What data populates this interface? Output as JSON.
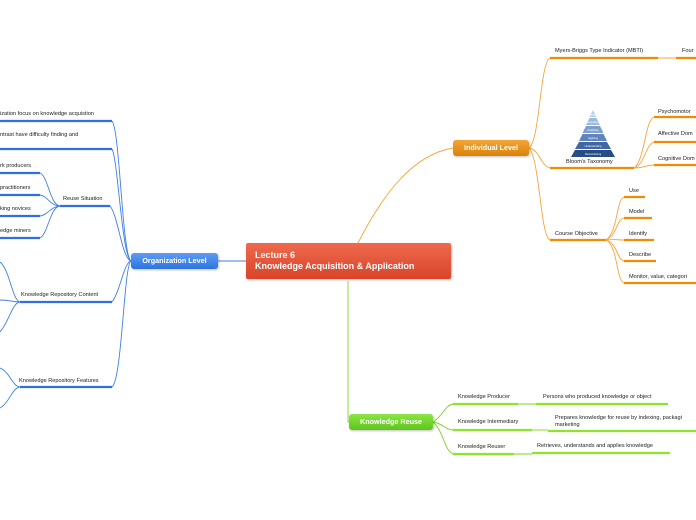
{
  "central": {
    "line1": "Lecture 6",
    "line2": "Knowledge Acquisition & Application"
  },
  "organization": {
    "label": "Organization Level",
    "color": "#2f73e0",
    "items": [
      "ization focus on knowledge acquistion",
      "ntrast have difficulty finding and",
      "Reuse Situation",
      "Knowledge Repository Content",
      "Knowledge Repository Features"
    ],
    "reuse_situation": [
      "rk producers",
      "practitioners",
      "king novices",
      "edge miners"
    ]
  },
  "individual": {
    "label": "Individual Level",
    "color": "#f08c00",
    "mbti": {
      "label": "Myers-Briggs Type Indicator (MBTI)",
      "child": "Four"
    },
    "bloom": {
      "label": "Bloom's Taxonomy",
      "pyramid": [
        "Creating",
        "Evaluating",
        "Analyzing",
        "Applying",
        "Understanding",
        "Remembering"
      ],
      "children": [
        "Psychomotor",
        "Affective Dom",
        "Cognitive Dom"
      ]
    },
    "course_objective": {
      "label": "Course Objective",
      "children": [
        "Use",
        "Model",
        "Identify",
        "Describe",
        "Monitor, value, categori"
      ]
    }
  },
  "reuse": {
    "label": "Knowledge Reuse",
    "color": "#5ec41a",
    "items": [
      {
        "role": "Knowledge Producer",
        "desc": "Persons who produced knowledge or object"
      },
      {
        "role": "Knowledge Intermediary",
        "desc1": "Prepares knowledge for reuse by indexing, packagi",
        "desc2": "marketing"
      },
      {
        "role": "Knowledge Reuser",
        "desc": "Retrieves, understands and applies knowledge"
      }
    ]
  }
}
